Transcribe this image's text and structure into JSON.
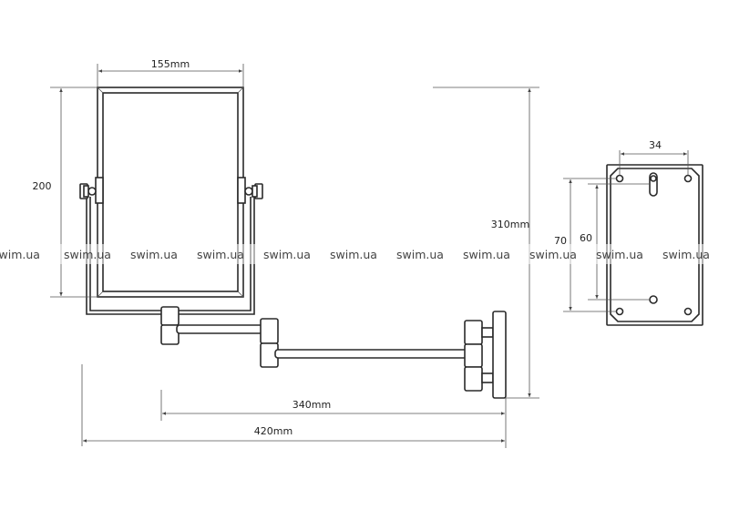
{
  "dimensions": {
    "mirror_width": "155mm",
    "mirror_height": "200",
    "total_height": "310mm",
    "arm_length": "340mm",
    "total_depth": "420mm",
    "plate_hole_spacing_h": "34",
    "plate_outer_holes_v": "70",
    "plate_inner_holes_v": "60"
  },
  "watermark": {
    "text": [
      "swim.ua",
      "swim.ua",
      "swim.ua",
      "swim.ua",
      "swim.ua",
      "swim.ua",
      "swim.ua",
      "swim.ua",
      "swim.ua",
      "swim.ua",
      "swim.ua"
    ]
  },
  "colors": {
    "line": "#2a2a2a",
    "background": "#ffffff"
  }
}
